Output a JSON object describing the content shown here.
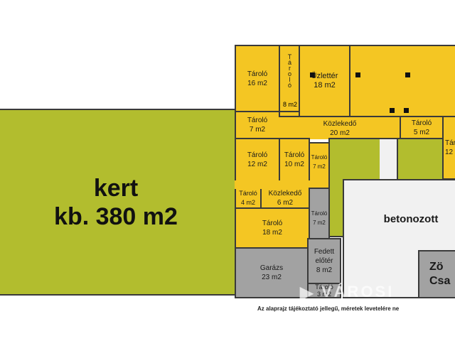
{
  "garden": {
    "line1": "kert",
    "line2": "kb. 380 m2"
  },
  "rooms": {
    "taroloA": {
      "name": "Tároló",
      "area": "16 m2"
    },
    "taroloVert": {
      "name": "Tároló",
      "area": "8 m2"
    },
    "uzletter": {
      "name": "Üzlettér",
      "area": "18 m2"
    },
    "taroloB": {
      "name": "Tároló",
      "area": "7 m2"
    },
    "kozlekedoA": {
      "name": "Közlekedő",
      "area": "20 m2"
    },
    "taroloC": {
      "name": "Tároló",
      "area": "5 m2"
    },
    "taroloEdge": {
      "name": "Táro",
      "area": "12"
    },
    "taroloD": {
      "name": "Tároló",
      "area": "12 m2"
    },
    "taroloE": {
      "name": "Tároló",
      "area": "10 m2"
    },
    "taroloF": {
      "name": "Tároló",
      "area": "7 m2"
    },
    "taroloG": {
      "name": "Tároló",
      "area": "4 m2"
    },
    "kozlekedoB": {
      "name": "Közlekedő",
      "area": "6 m2"
    },
    "taroloH": {
      "name": "Tároló",
      "area": "18 m2"
    },
    "taroloI": {
      "name": "Tároló",
      "area": "7 m2"
    },
    "garazs": {
      "name": "Garázs",
      "area": "23 m2"
    },
    "fedett": {
      "name": "Fedett",
      "name2": "előtér",
      "area": "8 m2"
    },
    "taroloJ": {
      "name": "Tároló",
      "area": "3 m2"
    }
  },
  "courtyard": {
    "label": "betonozott"
  },
  "green": {
    "line1": "Zö",
    "line2": "Csa"
  },
  "watermark": {
    "text": "VÁROSI"
  },
  "footer": {
    "note": "Az alaprajz tájékoztató jellegű, méretek levetelére ne"
  },
  "colors": {
    "yellow": "#f4c623",
    "gray": "#a2a2a2",
    "olive": "#b2bd2e",
    "concrete": "#f1f1f1"
  }
}
